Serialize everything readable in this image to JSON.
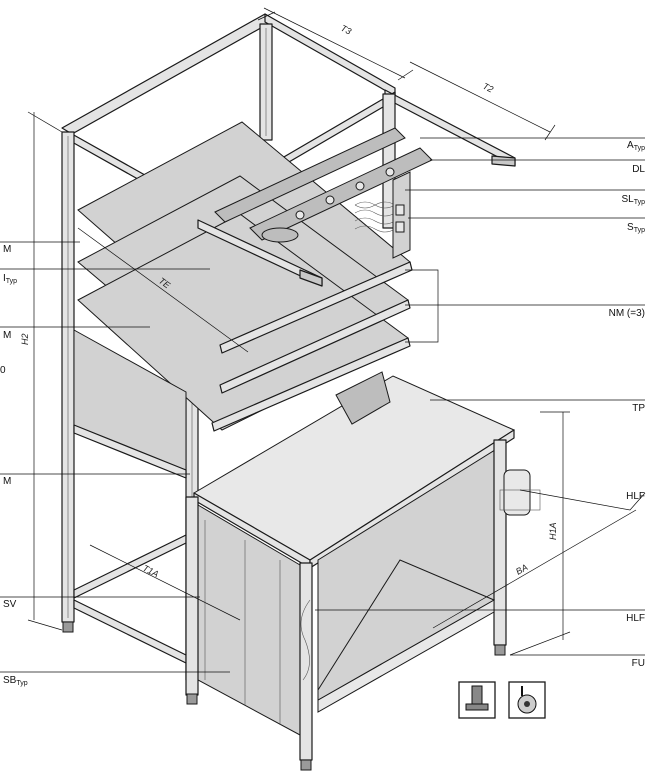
{
  "callouts": {
    "a_typ": {
      "main": "A",
      "sub": "Typ"
    },
    "dl": {
      "main": "DL"
    },
    "sl_typ": {
      "main": "SL",
      "sub": "Typ"
    },
    "s_typ": {
      "main": "S",
      "sub": "Typ"
    },
    "nm": {
      "main": "NM (=3)"
    },
    "tp": {
      "main": "TP"
    },
    "hlf_upper": {
      "main": "HLF"
    },
    "hlf_lower": {
      "main": "HLF"
    },
    "fu": {
      "main": "FU"
    },
    "m_1": {
      "main": "M"
    },
    "i_typ": {
      "main": "I",
      "sub": "Typ"
    },
    "m_2": {
      "main": "M"
    },
    "m_3": {
      "main": "M"
    },
    "sv": {
      "main": "SV"
    },
    "sb_typ": {
      "main": "SB",
      "sub": "Typ"
    },
    "edge_zero": {
      "main": "0"
    }
  },
  "dimensions": {
    "t3": "T3",
    "t2": "T2",
    "te": "TE",
    "h2": "H2",
    "t1a": "T1A",
    "ba": "BA",
    "h1a": "H1A"
  },
  "icons": [
    "leveling-foot-icon",
    "caster-wheel-icon"
  ]
}
